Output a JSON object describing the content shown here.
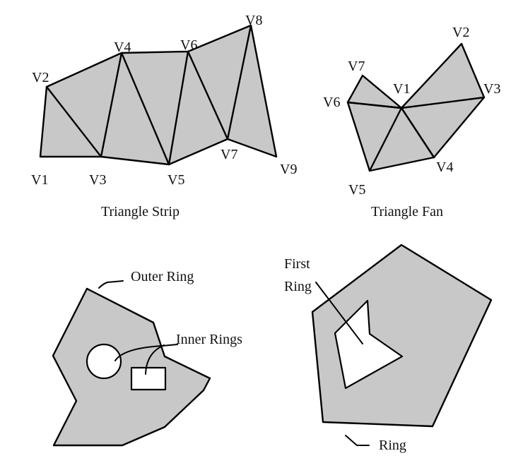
{
  "diagrams": {
    "triangle_strip": {
      "caption": "Triangle Strip",
      "vertex_labels": [
        "V1",
        "V2",
        "V3",
        "V4",
        "V5",
        "V6",
        "V7",
        "V8",
        "V9"
      ]
    },
    "triangle_fan": {
      "caption": "Triangle Fan",
      "vertex_labels": [
        "V1",
        "V2",
        "V3",
        "V4",
        "V5",
        "V6",
        "V7"
      ]
    },
    "polygon_with_holes": {
      "outer_label": "Outer Ring",
      "inner_label": "Inner Rings"
    },
    "polygon_with_first_ring": {
      "first_ring_label_line1": "First",
      "first_ring_label_line2": "Ring",
      "ring_label": "Ring"
    }
  },
  "colors": {
    "fill": "#c8c8c8",
    "stroke": "#000000",
    "hole": "#ffffff"
  }
}
